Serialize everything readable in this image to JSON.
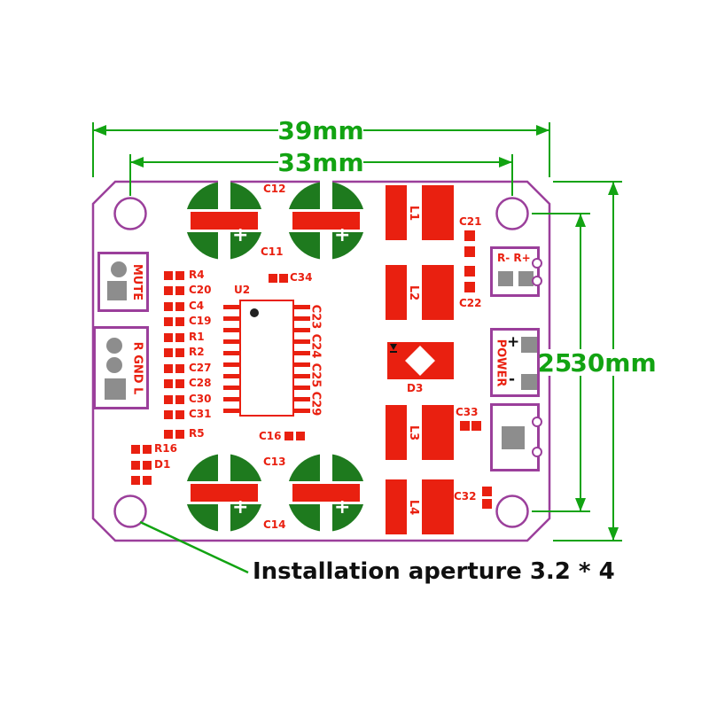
{
  "colors": {
    "dimension_green": "#12a312",
    "board_purple": "#9b3f9b",
    "component_red": "#e92010",
    "capacitor_green": "#1e7a1e",
    "pad_gray": "#8d8d8d"
  },
  "dimensions": {
    "outer_width": "39mm",
    "inner_width": "33mm",
    "hole_span_height": "25mm",
    "outer_height": "30mm"
  },
  "annotation": {
    "installation_aperture": "Installation aperture 3.2 * 4"
  },
  "connectors": {
    "mute": "MUTE",
    "audio_in": "R GND L",
    "speaker_out": "R- R+",
    "power": "POWER",
    "power_plus": "+",
    "power_minus": "-"
  },
  "ic": {
    "u2": "U2"
  },
  "capacitors": {
    "c11": "C11",
    "c12": "C12",
    "c13": "C13",
    "c14": "C14",
    "polarity_plus": "+"
  },
  "inductors": {
    "l1": "L1",
    "l2": "L2",
    "l3": "L3",
    "l4": "L4"
  },
  "diodes": {
    "d1": "D1",
    "d3": "D3"
  },
  "resistors": {
    "r1": "R1",
    "r2": "R2",
    "r4": "R4",
    "r5": "R5",
    "r16": "R16"
  },
  "small_caps": {
    "c4": "C4",
    "c16": "C16",
    "c19": "C19",
    "c20": "C20",
    "c21": "C21",
    "c22": "C22",
    "c23": "C23",
    "c24": "C24",
    "c25": "C25",
    "c27": "C27",
    "c28": "C28",
    "c29": "C29",
    "c30": "C30",
    "c31": "C31",
    "c32": "C32",
    "c33": "C33",
    "c34": "C34"
  }
}
